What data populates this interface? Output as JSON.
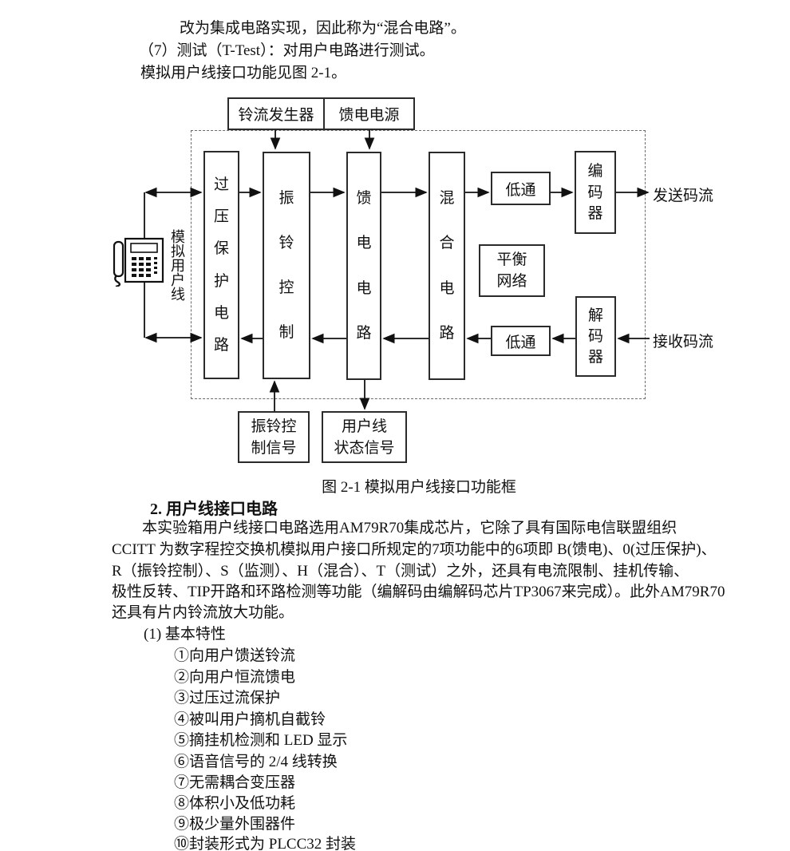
{
  "page": {
    "intro_lines": [
      "改为集成电路实现，因此称为“混合电路”。",
      "（7）测试（T-Test）：对用户电路进行测试。",
      "模拟用户线接口功能见图 2-1。"
    ]
  },
  "diagram": {
    "top_boxes": {
      "ring_generator": "铃流发生器",
      "feed_power": "馈电电源"
    },
    "phone_icon": "desk-telephone-icon",
    "phone_label": "模拟用户线",
    "vertical_boxes": {
      "overvoltage_protect": "过压保护电路",
      "ring_control": "振铃控制",
      "feed_circuit": "馈电电路",
      "hybrid_circuit": "混合电路"
    },
    "small_boxes": {
      "lowpass_top": "低通",
      "encoder": "编码器",
      "balance_network": {
        "line1": "平衡",
        "line2": "网络"
      },
      "lowpass_bottom": "低通",
      "decoder": "解码器"
    },
    "bottom_boxes": {
      "ring_ctrl_signal": {
        "line1": "振铃控",
        "line2": "制信号"
      },
      "line_state_signal": {
        "line1": "用户线",
        "line2": "状态信号"
      }
    },
    "right_labels": {
      "send": "发送码流",
      "receive": "接收码流"
    },
    "caption": "图 2-1 模拟用户线接口功能框"
  },
  "section": {
    "heading": "2. 用户线接口电路",
    "paragraph_lines": [
      "本实验箱用户线接口电路选用AM79R70集成芯片，它除了具有国际电信联盟组织",
      "CCITT 为数字程控交换机模拟用户接口所规定的7项功能中的6项即 B(馈电)、0(过压保护)、",
      "R（振铃控制）、S（监测）、H（混合）、T（测试）之外，还具有电流限制、挂机传输、",
      "极性反转、TIP开路和环路检测等功能（编解码由编解码芯片TP3067来完成）。此外AM79R70",
      "还具有片内铃流放大功能。"
    ],
    "features_title": "(1) 基本特性",
    "features": [
      "①向用户馈送铃流",
      "②向用户恒流馈电",
      "③过压过流保护",
      "④被叫用户摘机自截铃",
      "⑤摘挂机检测和 LED 显示",
      "⑥语音信号的 2/4 线转换",
      "⑦无需耦合变压器",
      "⑧体积小及低功耗",
      "⑨极少量外围器件",
      "⑩封装形式为 PLCC32 封装"
    ]
  }
}
